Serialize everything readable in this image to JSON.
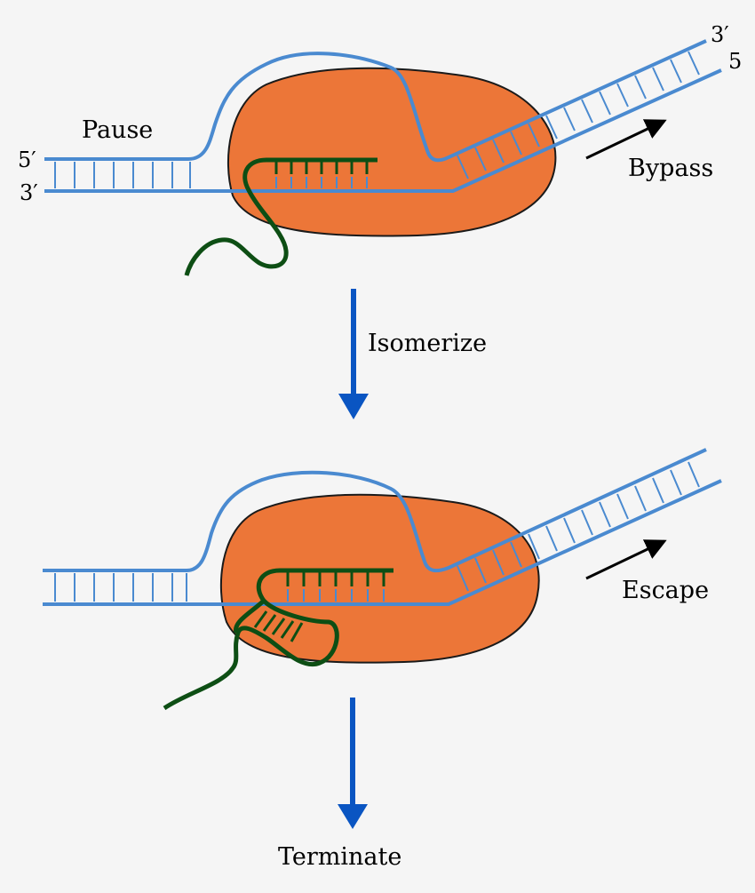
{
  "labels": {
    "pause": "Pause",
    "bypass": "Bypass",
    "isomerize": "Isomerize",
    "escape": "Escape",
    "terminate": "Terminate"
  },
  "strand_ends": {
    "left_top": "5′",
    "left_bottom": "3′",
    "right_top": "3′",
    "right_bottom": "5"
  },
  "colors": {
    "background": "#f5f5f5",
    "dna": "#4a8ad0",
    "rna": "#0d4e14",
    "polymerase": "#ec7638",
    "polymerase_outline": "#1a1a1a",
    "step_arrow": "#0a55c2",
    "movement_arrow": "#000000"
  }
}
